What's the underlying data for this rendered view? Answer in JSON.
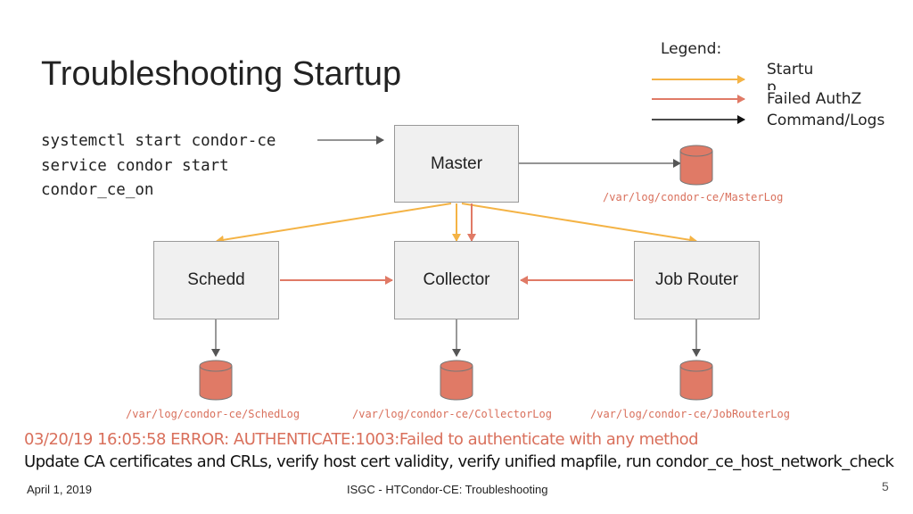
{
  "title": "Troubleshooting Startup",
  "commands": [
    "systemctl start condor-ce",
    "service condor start",
    "condor_ce_on"
  ],
  "legend": {
    "title": "Legend:",
    "items": [
      {
        "label": "Startup",
        "color": "#f4b345"
      },
      {
        "label": "Failed AuthZ",
        "color": "#e07a66"
      },
      {
        "label": "Command/Logs",
        "color": "#111111"
      }
    ]
  },
  "nodes": {
    "master": "Master",
    "schedd": "Schedd",
    "collector": "Collector",
    "job_router": "Job Router"
  },
  "logs": {
    "master": "/var/log/condor-ce/MasterLog",
    "schedd": "/var/log/condor-ce/SchedLog",
    "collector": "/var/log/condor-ce/CollectorLog",
    "job_router": "/var/log/condor-ce/JobRouterLog"
  },
  "error_line": "03/20/19 16:05:58 ERROR: AUTHENTICATE:1003:Failed to authenticate with any method",
  "fix_line": "Update CA certificates and CRLs, verify host cert validity, verify unified mapfile, run condor_ce_host_network_check",
  "footer": {
    "date": "April 1, 2019",
    "center": "ISGC - HTCondor-CE: Troubleshooting",
    "page": "5"
  },
  "colors": {
    "startup": "#f4b345",
    "failed": "#e07a66",
    "command": "#555555",
    "db": "#e07a66"
  }
}
